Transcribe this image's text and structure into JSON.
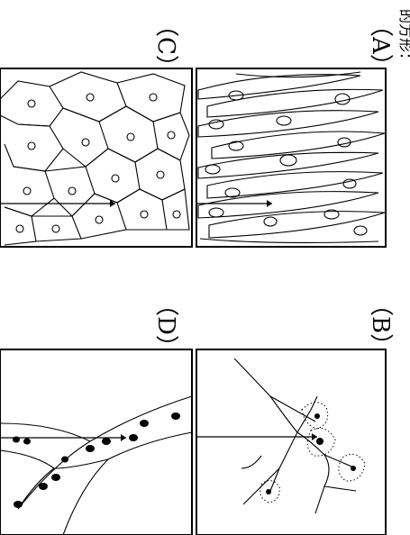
{
  "header_fragment": "的方形：",
  "panels": [
    {
      "id": "A",
      "label": "（A）"
    },
    {
      "id": "B",
      "label": "（B）"
    },
    {
      "id": "C",
      "label": "（C）"
    },
    {
      "id": "D",
      "label": "（D）"
    }
  ]
}
